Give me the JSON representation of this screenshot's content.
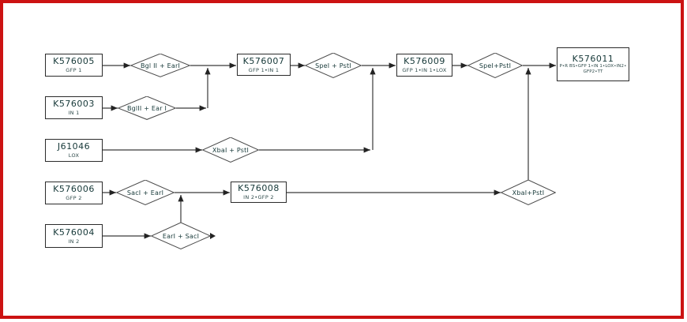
{
  "colors": {
    "frame": "#cc1212",
    "line": "#3a3a3a",
    "text": "#163838",
    "background": "#ffffff"
  },
  "nodes": [
    {
      "title": "K576005",
      "subtitle": "GFP 1"
    },
    {
      "title": "K576003",
      "subtitle": "IN 1"
    },
    {
      "title": "J61046",
      "subtitle": "LOX"
    },
    {
      "title": "K576006",
      "subtitle": "GFP 2"
    },
    {
      "title": "K576004",
      "subtitle": "IN 2"
    },
    {
      "title": "K576007",
      "subtitle": "GFP 1•IN 1"
    },
    {
      "title": "K576009",
      "subtitle": "GFP 1•IN 1•LOX"
    },
    {
      "title": "K576011",
      "sub1": "P•R BS•GFP 1•IN 1•LOX•IN2•",
      "sub2": "GFP2•TT"
    },
    {
      "title": "K576008",
      "subtitle": "IN 2•GFP 2"
    }
  ],
  "digests": [
    {
      "label": "Bgl II + EarI"
    },
    {
      "label": "BglII + Ear I"
    },
    {
      "label": "SpeI + PstI"
    },
    {
      "label": "SpeI+PstI"
    },
    {
      "label": "XbaI + PstI"
    },
    {
      "label": "SacI + EarI"
    },
    {
      "label": "EarI + SacI"
    },
    {
      "label": "XbaI+PstI"
    }
  ]
}
